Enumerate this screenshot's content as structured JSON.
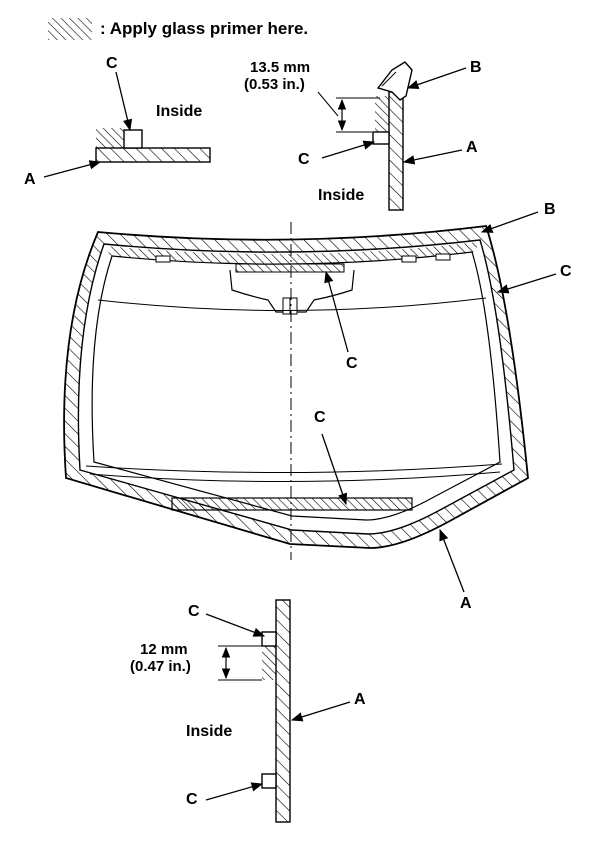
{
  "legend": {
    "text": ": Apply glass primer here.",
    "swatch_icon": "hatch-swatch-icon"
  },
  "labels": {
    "A": "A",
    "B": "B",
    "C": "C",
    "inside": "Inside"
  },
  "dimensions": {
    "top_mm": "13.5 mm",
    "top_in": "(0.53 in.)",
    "bottom_mm": "12 mm",
    "bottom_in": "(0.47 in.)"
  },
  "colors": {
    "line": "#000000",
    "hatch": "#000000",
    "background": "#ffffff"
  }
}
